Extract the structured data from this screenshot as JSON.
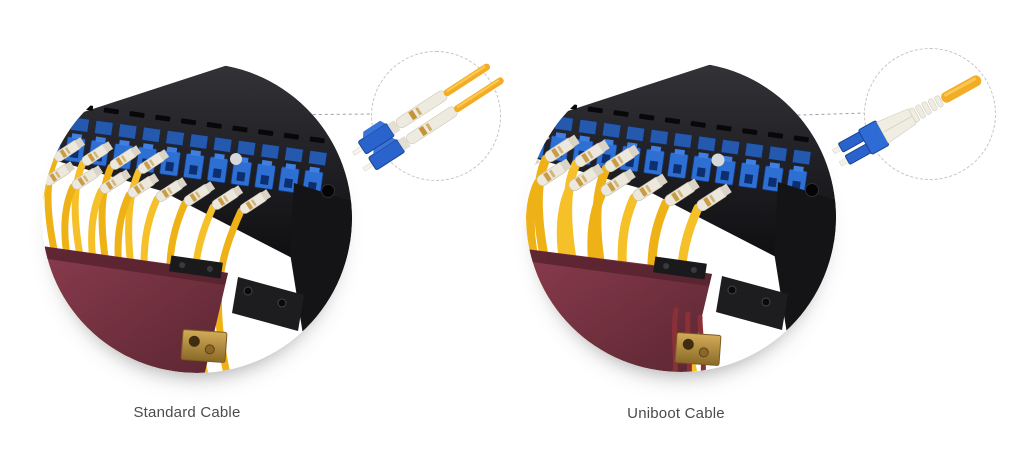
{
  "figures": [
    {
      "id": "standard-cable",
      "label": "Standard Cable",
      "photo": "patch-panel-with-standard-duplex-lc-cables",
      "callout_icon": "standard-duplex-lc-connector"
    },
    {
      "id": "uniboot-cable",
      "label": "Uniboot Cable",
      "photo": "patch-panel-with-uniboot-lc-cables",
      "callout_icon": "uniboot-duplex-lc-connector"
    }
  ],
  "colors": {
    "background": "#ffffff",
    "cable_yellow": "#f5bb1f",
    "connector_blue": "#2a63cc",
    "boot_white": "#ece8dd",
    "chassis_black": "#18181b",
    "board_maroon": "#7b3544",
    "lug_brass": "#c9a04a",
    "label_text": "#4c4c4c",
    "callout_dash": "#c3c3c3"
  }
}
